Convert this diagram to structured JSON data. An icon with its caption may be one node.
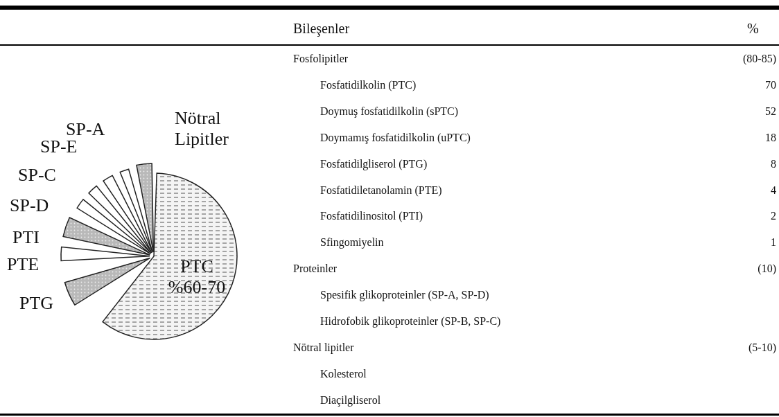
{
  "diagram": {
    "labels": [
      "Nötral Lipitler",
      "SP-A",
      "SP-E",
      "SP-C",
      "SP-D",
      "PTI",
      "PTE",
      "PTC %60-70",
      "PTG",
      "Bileşenler",
      "%",
      "Fosfolipitler",
      "(80-85)",
      "Fosfatidilkolin (PTC)",
      "70",
      "Doymuş fosfatidilkolin (sPTC)",
      "52",
      "Doymamış fosfatidilkolin (uPTC)",
      "18",
      "Fosfatidilgliserol (PTG)",
      "8",
      "Fosfatidiletanolamin (PTE)",
      "4",
      "Fosfatidilinositol (PTI)",
      "2",
      "Sfingomiyelin",
      "1",
      "Proteinler",
      "(10)",
      "Spesifik glikoproteinler (SP-A, SP-D)",
      "Hidrofobik glikoproteinler (SP-B, SP-C)",
      "Nötral lipitler",
      "(5-10)",
      "Kolesterol",
      "Diaçilgliserol"
    ]
  }
}
